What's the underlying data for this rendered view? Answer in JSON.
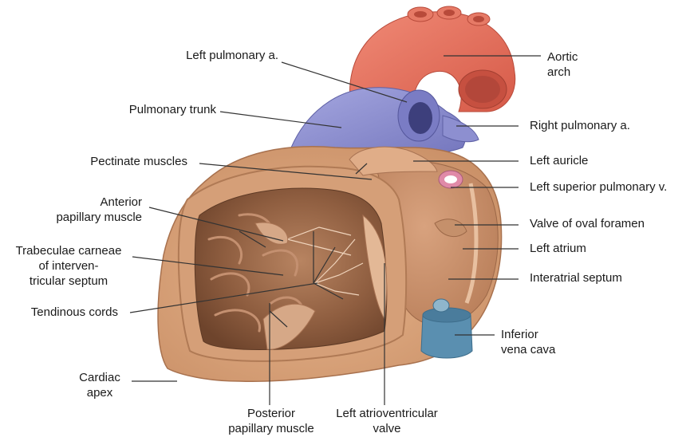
{
  "labels": {
    "left_pulmonary_a": [
      "Left pulmonary a."
    ],
    "aortic_arch": [
      "Aortic",
      "arch"
    ],
    "pulmonary_trunk": [
      "Pulmonary trunk"
    ],
    "right_pulmonary_a": [
      "Right pulmonary a."
    ],
    "pectinate_muscles": [
      "Pectinate muscles"
    ],
    "left_auricle": [
      "Left auricle"
    ],
    "left_superior_pulmonary_v": [
      "Left superior pulmonary v."
    ],
    "anterior_papillary_muscle": [
      "Anterior",
      "papillary muscle"
    ],
    "valve_of_oval_foramen": [
      "Valve of oval foramen"
    ],
    "left_atrium": [
      "Left atrium"
    ],
    "trabeculae_carneae": [
      "Trabeculae carneae",
      "of interven-",
      "tricular septum"
    ],
    "interatrial_septum": [
      "Interatrial septum"
    ],
    "tendinous_cords": [
      "Tendinous cords"
    ],
    "inferior_vena_cava": [
      "Inferior",
      "vena cava"
    ],
    "cardiac_apex": [
      "Cardiac",
      "apex"
    ],
    "posterior_papillary_muscle": [
      "Posterior",
      "papillary muscle"
    ],
    "left_atrioventricular_valve": [
      "Left atrioventricular",
      "valve"
    ]
  },
  "colors": {
    "aorta": "#e8715e",
    "pulmonary_vessels": "#8d8fd0",
    "myocardium": "#d9a57c",
    "cavity": "#8a5a3d",
    "vena_cava": "#5a8fb0",
    "leader_line": "#333333"
  }
}
